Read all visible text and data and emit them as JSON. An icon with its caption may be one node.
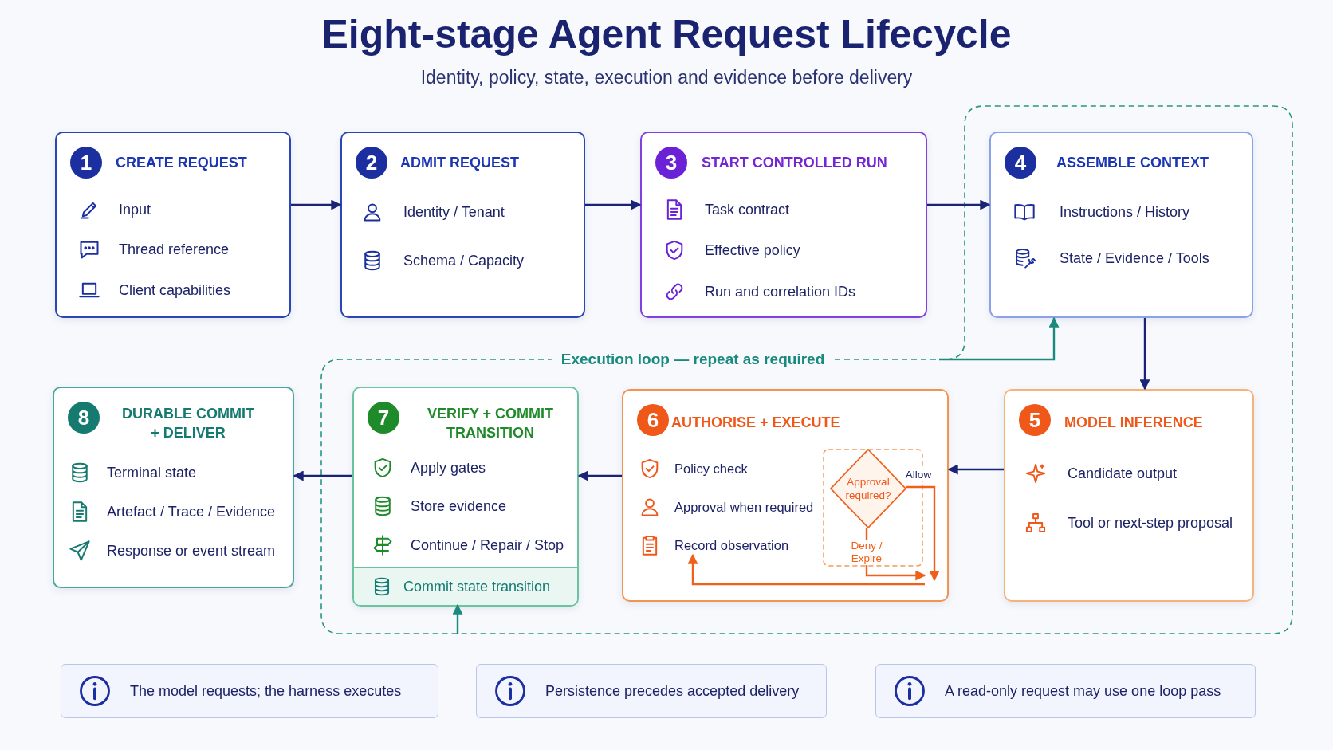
{
  "diagram": {
    "title": "Eight-stage Agent Request Lifecycle",
    "nodes": [
      {
        "text": [
          "1",
          "CREATE REQUEST",
          "Input",
          "Thread reference",
          "Client capabilities"
        ]
      },
      {
        "text": [
          "2",
          "ADMIT REQUEST",
          "Identity / Tenant",
          "Schema / Capacity"
        ]
      },
      {
        "text": [
          "3",
          "START CONTROLLED RUN",
          "Task contract",
          "Effective policy",
          "Run and correlation IDs"
        ]
      },
      {
        "text": [
          "Execution loop — repeat as required"
        ]
      },
      {
        "text": [
          "4",
          "ASSEMBLE CONTEXT",
          "Instructions / History",
          "State / Evidence / Tools"
        ],
        "in": 3
      },
      {
        "text": [
          "5",
          "MODEL INFERENCE",
          "Candidate output",
          "Tool or next-step proposal"
        ],
        "in": 3
      },
      {
        "text": [
          "6",
          "AUTHORISE + EXECUTE",
          "Policy check",
          "Approval when required"
        ],
        "in": 3
      },
      {
        "text": [
          "Approval required?"
        ],
        "in": 6
      },
      {
        "text": [
          "Record observation"
        ],
        "in": 6
      },
      {
        "text": [
          "7",
          "VERIFY + COMMIT TRANSITION",
          "Apply gates",
          "Store evidence",
          "Continue / Repair / Stop"
        ],
        "in": 3
      },
      {
        "text": [
          "Commit state transition"
        ],
        "in": 9
      },
      {
        "text": [
          "8",
          "DURABLE COMMIT + DELIVER",
          "Terminal state",
          "Artefact / Trace / Evidence",
          "Response or event stream"
        ]
      },
      {
        "text": [
          "The model requests; the harness executes"
        ]
      },
      {
        "text": [
          "Persistence precedes accepted delivery"
        ]
      },
      {
        "text": [
          "A read-only request may use one loop pass"
        ]
      }
    ],
    "edges": [
      {
        "from": 0,
        "to": 1,
        "arrow": "to"
      },
      {
        "from": 1,
        "to": 2,
        "arrow": "to"
      },
      {
        "from": 2,
        "to": 4,
        "arrow": "to"
      },
      {
        "from": 4,
        "to": 5,
        "arrow": "to"
      },
      {
        "from": 5,
        "to": 6,
        "arrow": "to"
      },
      {
        "from": 6,
        "to": 9,
        "arrow": "to"
      },
      {
        "from": 9,
        "to": 11,
        "arrow": "to"
      },
      {
        "from": 3,
        "to": 4,
        "arrow": "to",
        "color": "#1a8a7e"
      },
      {
        "from": 3,
        "to": 10,
        "arrow": "to",
        "color": "#1a8a7e"
      },
      {
        "from": 7,
        "to": null,
        "arrow": "to",
        "label": "Allow",
        "color": "#f0601a"
      },
      {
        "from": 7,
        "to": null,
        "arrow": "to",
        "label": "Deny / Expire",
        "color": "#f0601a"
      },
      {
        "from": null,
        "to": 8,
        "arrow": "to",
        "color": "#f0601a"
      }
    ],
    "labels": [
      "Identity, policy, state, execution and evidence before delivery"
    ]
  }
}
